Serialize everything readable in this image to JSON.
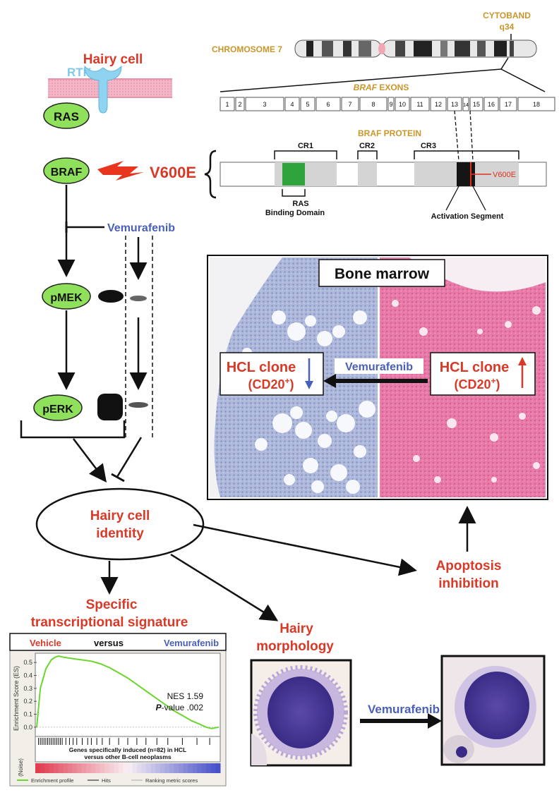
{
  "hairy_cell_title": "Hairy cell",
  "rtk_label": "RTK",
  "ras_label": "RAS",
  "braf_label": "BRAF",
  "v600e_label": "V600E",
  "vemurafenib_label": "Vemurafenib",
  "pmek_label": "pMEK",
  "perk_label": "pERK",
  "identity_line1": "Hairy cell",
  "identity_line2": "identity",
  "signature_line1": "Specific",
  "signature_line2": "transcriptional signature",
  "morphology_line1": "Hairy",
  "morphology_line2": "morphology",
  "apoptosis_line1": "Apoptosis",
  "apoptosis_line2": "inhibition",
  "chromosome_label": "CHROMOSOME 7",
  "cytoband_label": "CYTOBAND",
  "cytoband_value": "q34",
  "exons_label_italic": "BRAF",
  "exons_label_rest": " EXONS",
  "exons": [
    "1",
    "2",
    "3",
    "4",
    "5",
    "6",
    "7",
    "8",
    "9",
    "10",
    "11",
    "12",
    "13",
    "14",
    "15",
    "16",
    "17",
    "18"
  ],
  "protein_label": "BRAF PROTEIN",
  "cr1": "CR1",
  "cr2": "CR2",
  "cr3": "CR3",
  "ras_binding_line1": "RAS",
  "ras_binding_line2": "Binding Domain",
  "activation_segment": "Activation Segment",
  "protein_v600e": "V600E",
  "bone_marrow_title": "Bone marrow",
  "hcl_clone": "HCL clone",
  "cd20": "(CD20",
  "cd20_sup": "+",
  "cd20_close": ")",
  "bm_vemurafenib": "Vemurafenib",
  "cell_vemurafenib": "Vemurafenib",
  "chart_data": {
    "type": "line",
    "header_left": "Vehicle",
    "header_mid": "versus",
    "header_right": "Vemurafenib",
    "ylabel": "Enrichment Score (ES)",
    "ylim": [
      -0.05,
      0.55
    ],
    "yticks": [
      "0.5",
      "0.4",
      "0.3",
      "0.2",
      "0.1",
      "0.0"
    ],
    "nes_text": "NES 1.59",
    "pvalue_italic": "P",
    "pvalue_rest": "-value .002",
    "hits_line1": "Genes specifically induced (n=82) in HCL",
    "hits_line2": "versus other B-cell neoplasms",
    "noise_label": "(Noise)",
    "legend": [
      "Enrichment profile",
      "Hits",
      "Ranking metric scores"
    ],
    "x": [
      0,
      0.02,
      0.05,
      0.08,
      0.1,
      0.12,
      0.15,
      0.2,
      0.25,
      0.3,
      0.35,
      0.4,
      0.45,
      0.5,
      0.55,
      0.6,
      0.65,
      0.7,
      0.75,
      0.8,
      0.85,
      0.9,
      0.93,
      0.96,
      1.0
    ],
    "y": [
      0.0,
      0.3,
      0.45,
      0.52,
      0.54,
      0.55,
      0.54,
      0.53,
      0.52,
      0.51,
      0.49,
      0.46,
      0.42,
      0.38,
      0.33,
      0.28,
      0.23,
      0.18,
      0.13,
      0.09,
      0.05,
      0.02,
      0.0,
      -0.01,
      0.0
    ],
    "hits": [
      0.01,
      0.02,
      0.03,
      0.04,
      0.05,
      0.06,
      0.07,
      0.08,
      0.09,
      0.1,
      0.11,
      0.12,
      0.13,
      0.14,
      0.16,
      0.18,
      0.2,
      0.22,
      0.25,
      0.28,
      0.3,
      0.33,
      0.36,
      0.4,
      0.45,
      0.5,
      0.55,
      0.6,
      0.66,
      0.72,
      0.8,
      0.88,
      0.95
    ]
  }
}
